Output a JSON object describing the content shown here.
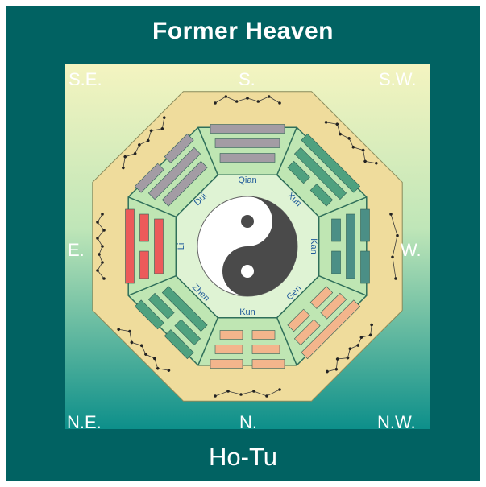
{
  "title": "Former Heaven",
  "subtitle": "Ho-Tu",
  "directions": {
    "se": "S.E.",
    "s": "S.",
    "sw": "S.W.",
    "e": "E.",
    "w": "W.",
    "ne": "N.E.",
    "n": "N.",
    "nw": "N.W."
  },
  "trigrams": [
    {
      "name": "Qian",
      "position": "S",
      "lines": [
        1,
        1,
        1
      ],
      "color": "#a39ca4"
    },
    {
      "name": "Xun",
      "position": "SW",
      "lines": [
        1,
        1,
        0
      ],
      "color": "#4fa17f"
    },
    {
      "name": "Kan",
      "position": "W",
      "lines": [
        0,
        1,
        0
      ],
      "color": "#4b8f86"
    },
    {
      "name": "Gen",
      "position": "NW",
      "lines": [
        1,
        0,
        0
      ],
      "color": "#f3b58c"
    },
    {
      "name": "Kun",
      "position": "N",
      "lines": [
        0,
        0,
        0
      ],
      "color": "#f3b58c"
    },
    {
      "name": "Zhen",
      "position": "NE",
      "lines": [
        0,
        0,
        1
      ],
      "color": "#4fa17f"
    },
    {
      "name": "Li",
      "position": "E",
      "lines": [
        1,
        0,
        1
      ],
      "color": "#ec5a5a"
    },
    {
      "name": "Dui",
      "position": "SE",
      "lines": [
        0,
        1,
        1
      ],
      "color": "#a39ca4"
    }
  ],
  "colors": {
    "background": "#016262",
    "panel_top": "#f4f4c0",
    "panel_bottom": "#0d8f8a",
    "outer_octagon": "#efdc9c",
    "inner_octagon": "#bfe6b3",
    "center_octagon": "#dff3d4",
    "yin": "#4a4a4a",
    "yang": "#ffffff"
  }
}
